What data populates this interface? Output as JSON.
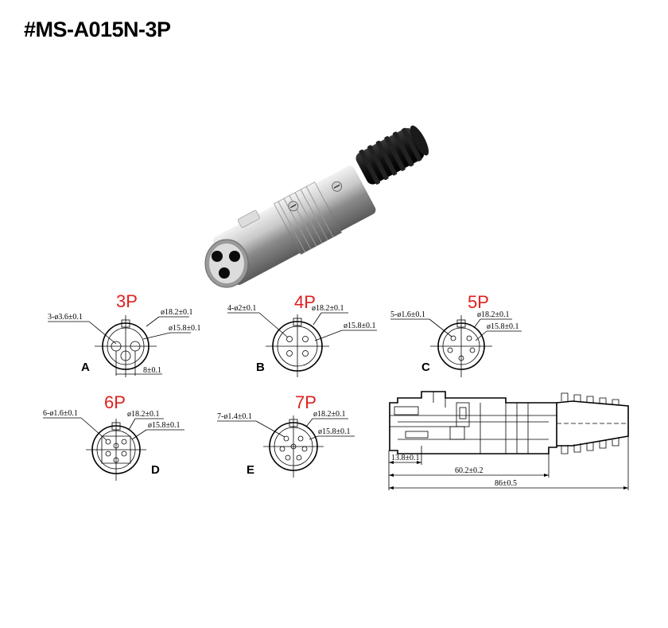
{
  "title": "#MS-A015N-3P",
  "diagrams": [
    {
      "letter": "A",
      "pins": "3P",
      "hole_dim": "3-ø3.6±0.1",
      "outer_dim": "ø18.2±0.1",
      "inner_dim": "ø15.8±0.1",
      "extra_dim": "8±0.1"
    },
    {
      "letter": "B",
      "pins": "4P",
      "hole_dim": "4-ø2±0.1",
      "outer_dim": "ø18.2±0.1",
      "inner_dim": "ø15.8±0.1"
    },
    {
      "letter": "C",
      "pins": "5P",
      "hole_dim": "5-ø1.6±0.1",
      "outer_dim": "ø18.2±0.1",
      "inner_dim": "ø15.8±0.1"
    },
    {
      "letter": "D",
      "pins": "6P",
      "hole_dim": "6-ø1.6±0.1",
      "outer_dim": "ø18.2±0.1",
      "inner_dim": "ø15.8±0.1"
    },
    {
      "letter": "E",
      "pins": "7P",
      "hole_dim": "7-ø1.4±0.1",
      "outer_dim": "ø18.2±0.1",
      "inner_dim": "ø15.8±0.1"
    }
  ],
  "side_view": {
    "dim_small": "13.8±0.1",
    "dim_mid": "60.2±0.2",
    "dim_total": "86±0.5"
  },
  "colors": {
    "pin_label": "#e02020",
    "text": "#000000"
  }
}
